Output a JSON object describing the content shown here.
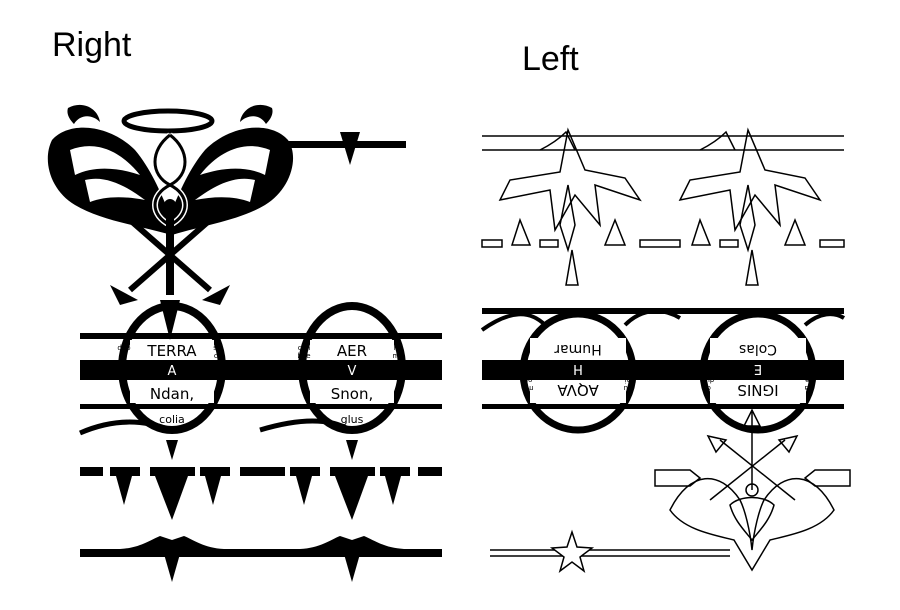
{
  "headings": {
    "right": "Right",
    "left": "Left"
  },
  "right_band": {
    "ring1": {
      "top": "TERRA",
      "letter": "A",
      "word": "Ndan,",
      "bottom": "colia",
      "small_left": [
        "dop",
        "la"
      ],
      "small_right": [
        "sic",
        "ca"
      ]
    },
    "ring2": {
      "top": "AER",
      "letter": "V",
      "word": "Snon,",
      "bottom": "glus",
      "small_left": [
        "cah",
        "bue"
      ],
      "small_right": [
        "hu",
        "ma"
      ]
    }
  },
  "left_band": {
    "ring1": {
      "top": "Humar",
      "letter": "H",
      "word": "AQVA",
      "small_left": [
        "hu",
        "mi,"
      ],
      "small_right": [
        "my",
        "ob"
      ]
    },
    "ring2": {
      "top": "Colas",
      "letter": "E",
      "word": "IGNIS",
      "small_left": [
        "ra",
        "se,"
      ],
      "small_right": [
        "ci",
        "dus"
      ]
    }
  },
  "colors": {
    "ink": "#000000",
    "paper": "#ffffff"
  }
}
